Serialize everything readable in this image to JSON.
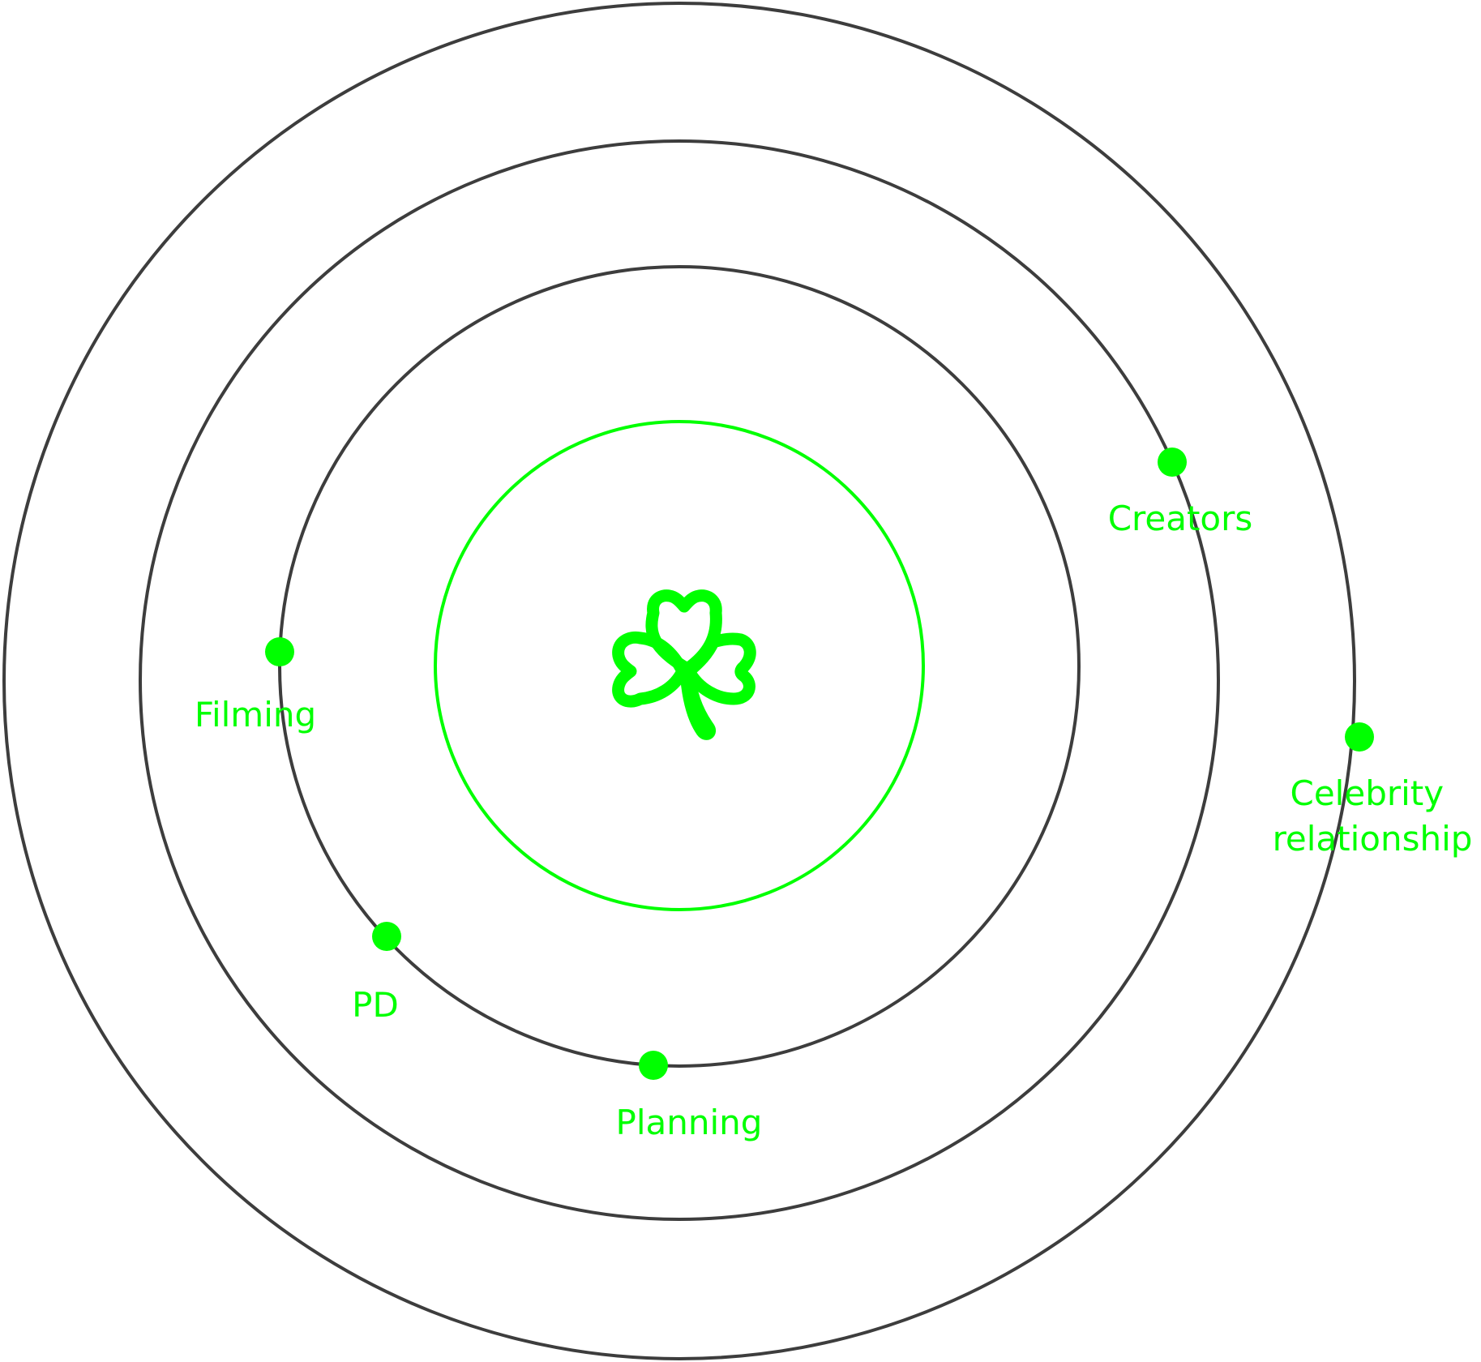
{
  "colors": {
    "ring": "#3d3d3d",
    "accent": "#00ff00"
  },
  "center": {
    "icon": "shamrock-icon"
  },
  "nodes": [
    {
      "id": "creators",
      "label": "Creators"
    },
    {
      "id": "filming",
      "label": "Filming"
    },
    {
      "id": "celebrity",
      "label_lines": [
        "Celebrity",
        "relationship"
      ]
    },
    {
      "id": "pd",
      "label": "PD"
    },
    {
      "id": "planning",
      "label": "Planning"
    }
  ]
}
